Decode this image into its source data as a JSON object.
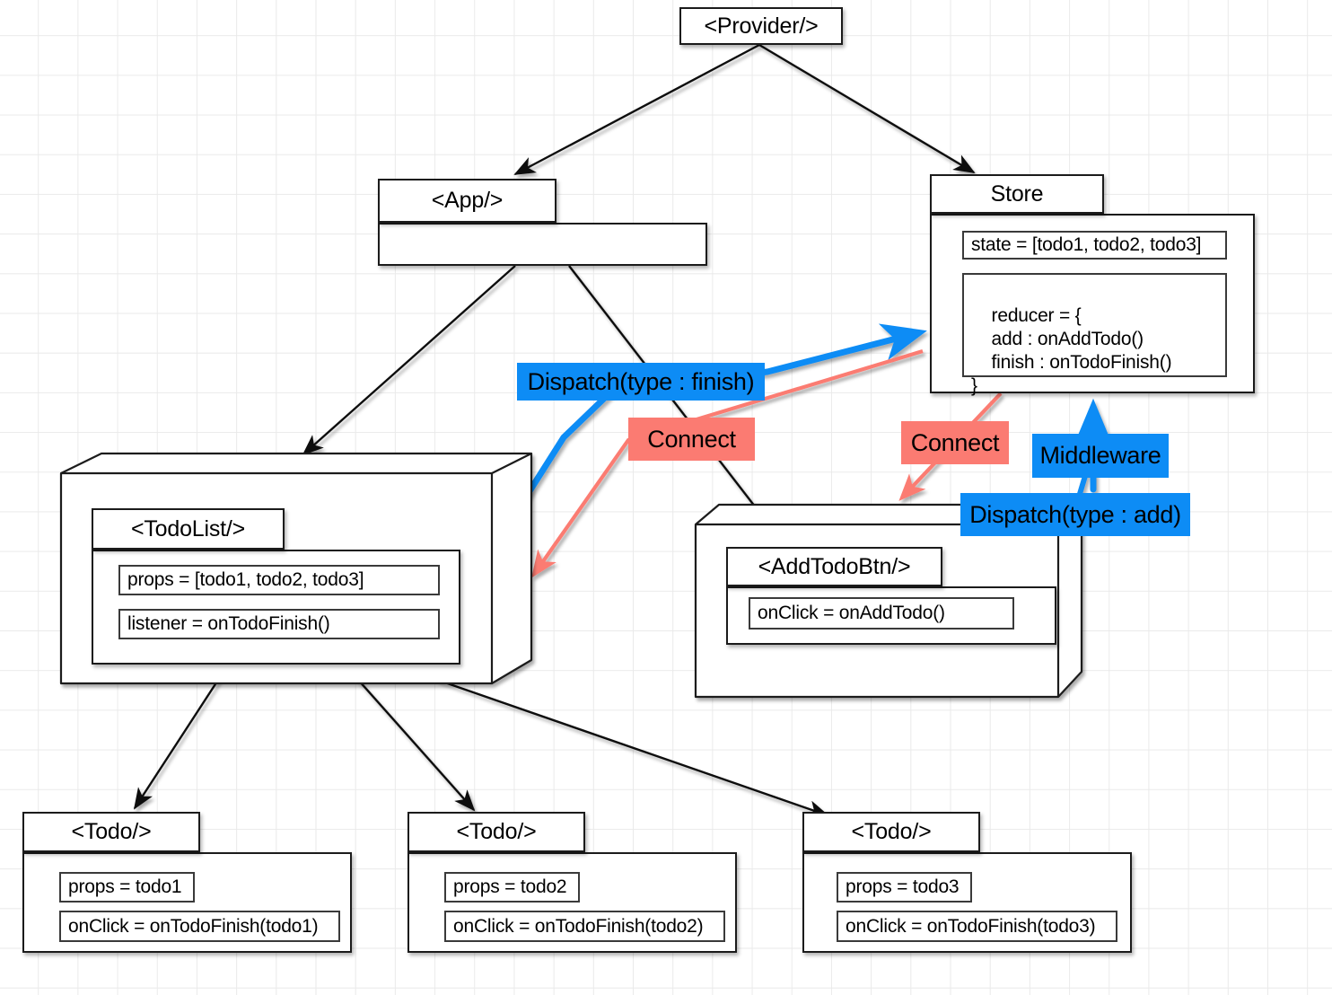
{
  "diagram": {
    "title": "React Redux data flow diagram",
    "colors": {
      "dispatch": "#0d8cf5",
      "connect": "#fb7b72",
      "node_border": "#1b1b1b",
      "grid": "#eaeaea",
      "background": "#ffffff"
    }
  },
  "nodes": {
    "provider": {
      "title": "<Provider/>"
    },
    "app": {
      "title": "<App/>"
    },
    "store": {
      "title": "Store",
      "state": "state = [todo1, todo2, todo3]",
      "reducer": "reducer = {\n    add : onAddTodo()\n    finish : onTodoFinish()\n}"
    },
    "todolist": {
      "title": "<TodoList/>",
      "props": "props = [todo1, todo2, todo3]",
      "listener": "listener = onTodoFinish()"
    },
    "addtodobtn": {
      "title": "<AddTodoBtn/>",
      "onclick": "onClick = onAddTodo()"
    },
    "todo1": {
      "title": "<Todo/>",
      "props": "props = todo1",
      "onclick": "onClick = onTodoFinish(todo1)"
    },
    "todo2": {
      "title": "<Todo/>",
      "props": "props = todo2",
      "onclick": "onClick = onTodoFinish(todo2)"
    },
    "todo3": {
      "title": "<Todo/>",
      "props": "props = todo3",
      "onclick": "onClick = onTodoFinish(todo3)"
    }
  },
  "edge_labels": {
    "dispatch_finish": "Dispatch(type : finish)",
    "dispatch_add": "Dispatch(type : add)",
    "connect_left": "Connect",
    "connect_right": "Connect",
    "middleware": "Middleware"
  }
}
